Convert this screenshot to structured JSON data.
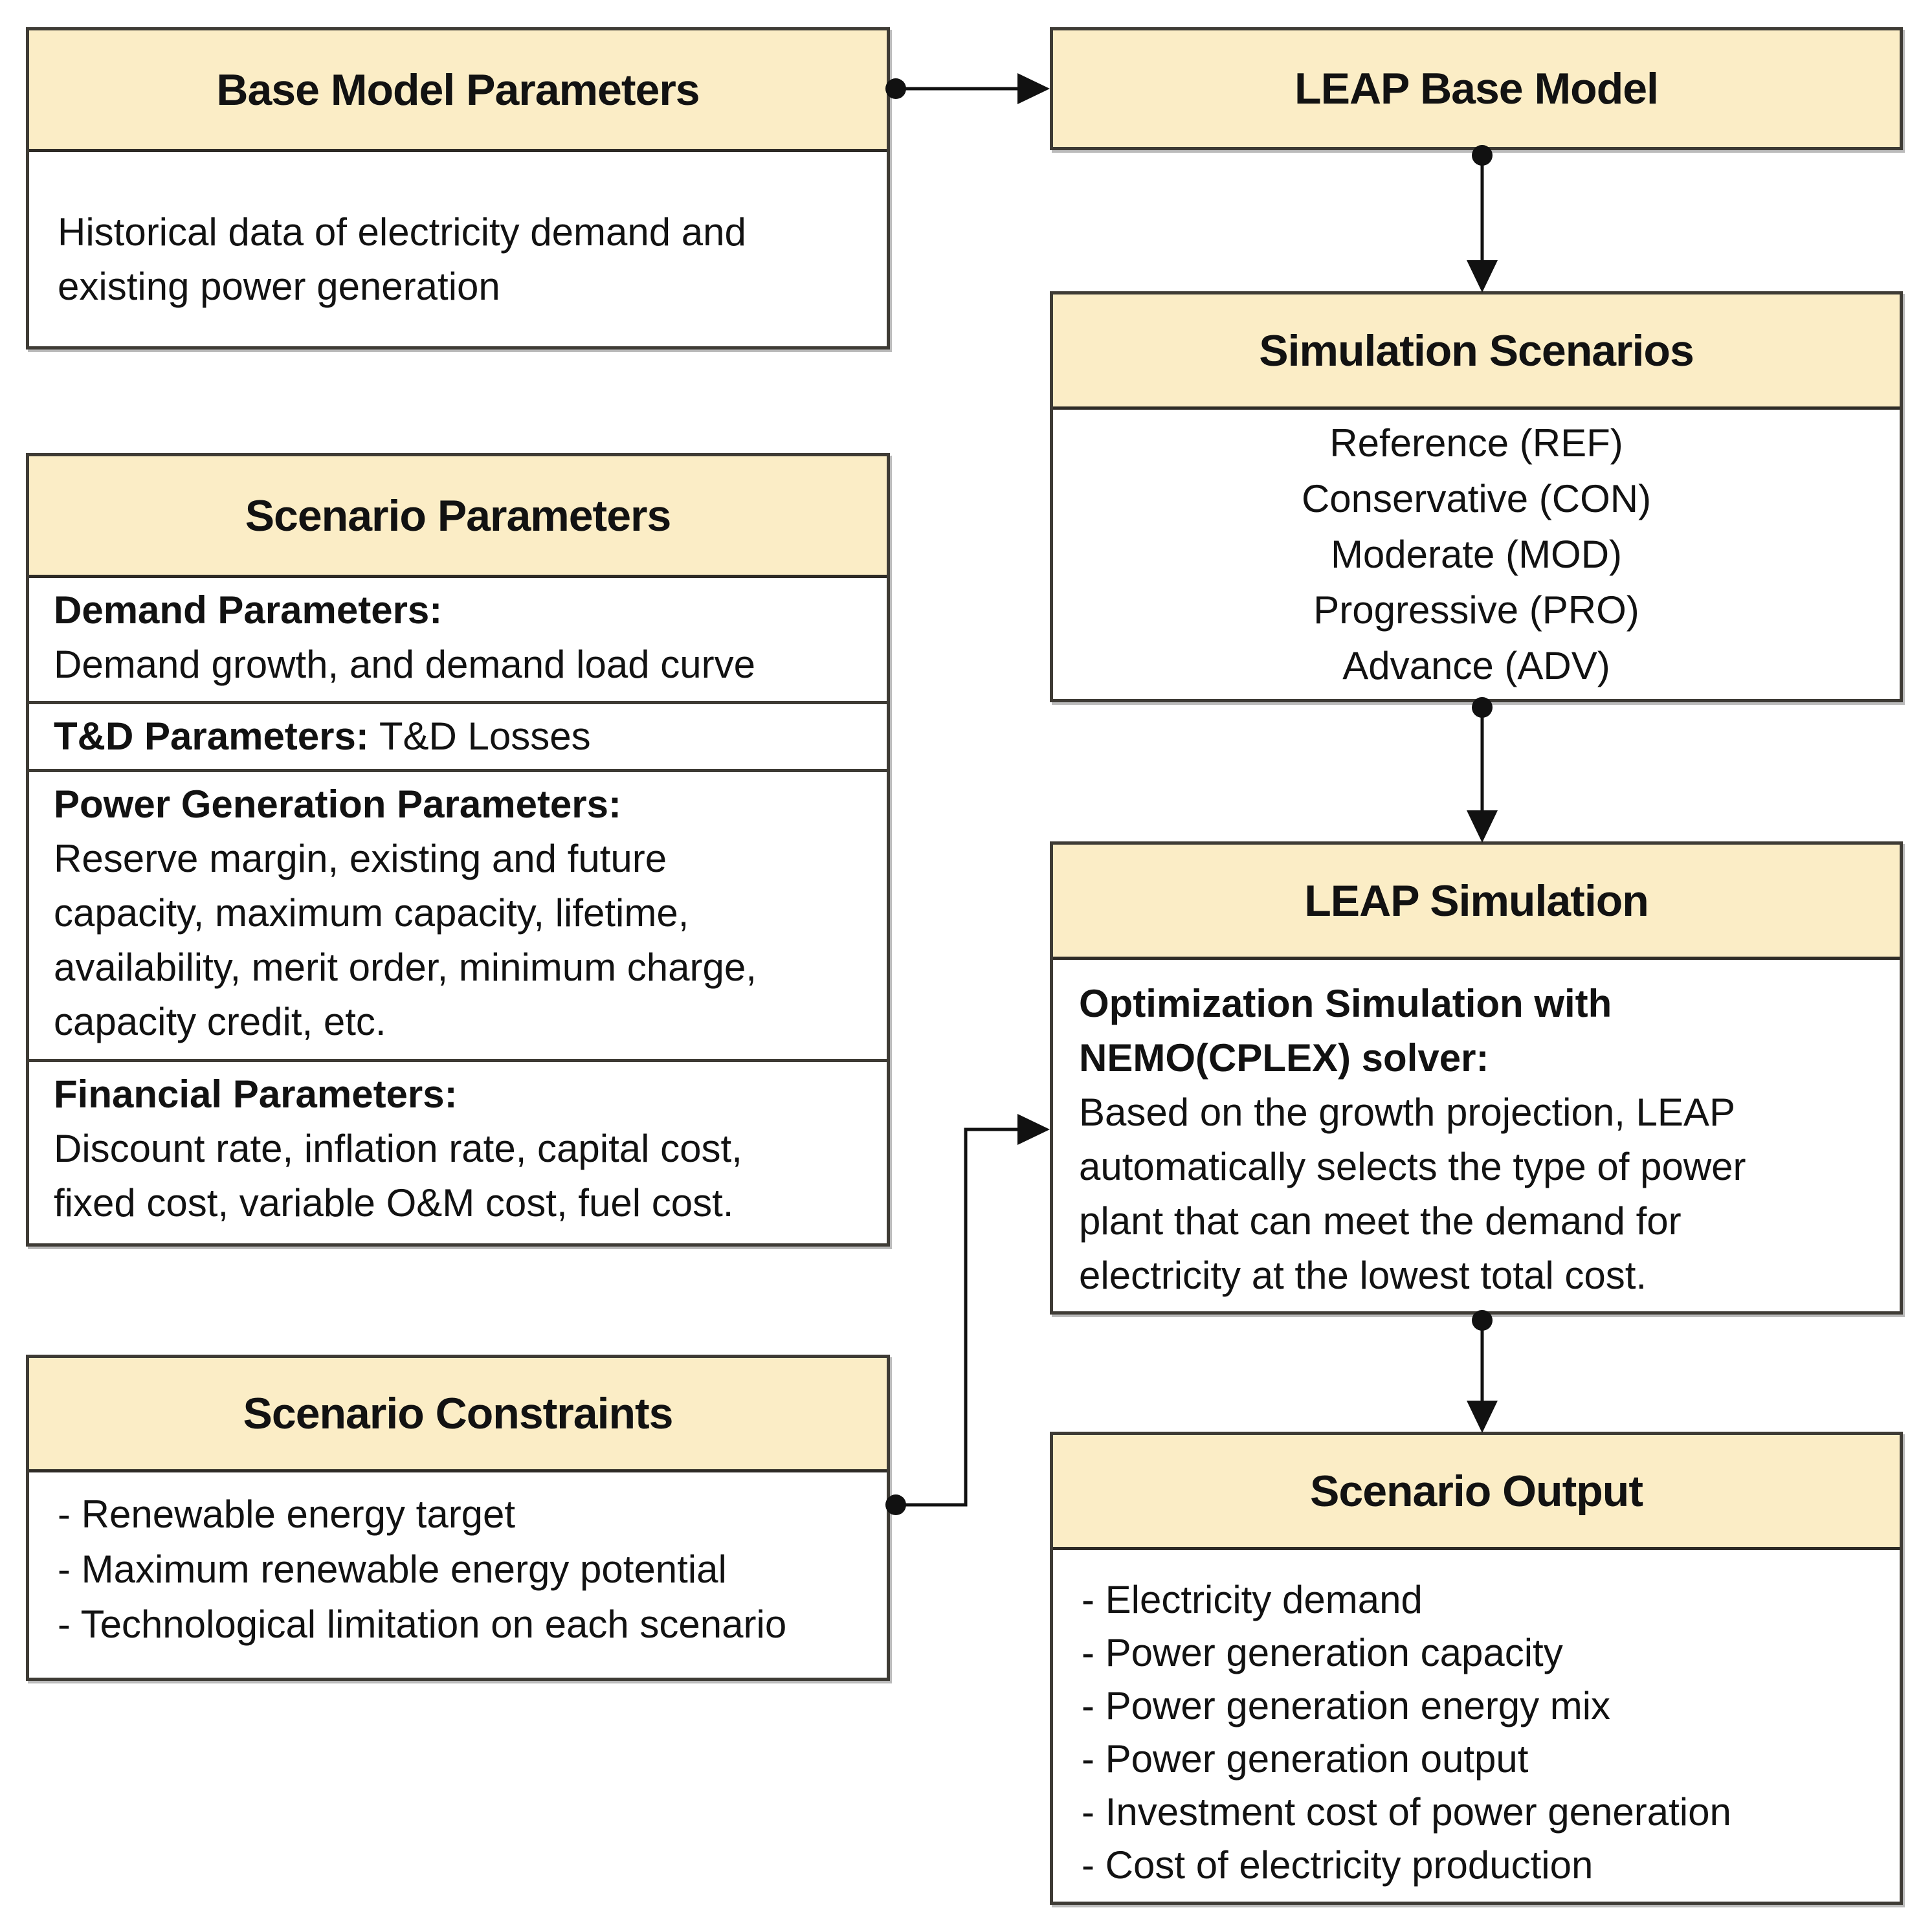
{
  "colors": {
    "header_fill": "#FBEDC6",
    "box_border": "#3E3B35",
    "text": "#121212",
    "connector": "#111111",
    "background": "#FFFFFF"
  },
  "boxes": {
    "base_model_parameters": {
      "title": "Base Model Parameters",
      "lines": [
        "Historical data of electricity demand and",
        "existing power generation"
      ]
    },
    "leap_base_model": {
      "title": "LEAP Base Model"
    },
    "simulation_scenarios": {
      "title": "Simulation Scenarios",
      "items": [
        "Reference (REF)",
        "Conservative (CON)",
        "Moderate (MOD)",
        "Progressive (PRO)",
        "Advance (ADV)"
      ]
    },
    "scenario_parameters": {
      "title": "Scenario Parameters",
      "sections": [
        {
          "label": "Demand Parameters:",
          "lines": [
            "Demand growth, and demand load curve"
          ]
        },
        {
          "label": "T&D Parameters:",
          "inline_text": "T&D Losses"
        },
        {
          "label": "Power Generation Parameters:",
          "lines": [
            "Reserve margin, existing and future",
            "capacity, maximum capacity, lifetime,",
            "availability, merit order, minimum charge,",
            "capacity credit, etc."
          ]
        },
        {
          "label": "Financial Parameters:",
          "lines": [
            "Discount rate, inflation rate, capital cost,",
            "fixed cost, variable O&M cost, fuel cost."
          ]
        }
      ]
    },
    "leap_simulation": {
      "title": "LEAP Simulation",
      "bold_lines": [
        "Optimization Simulation with",
        "NEMO(CPLEX) solver:"
      ],
      "lines": [
        "Based on the growth projection, LEAP",
        "automatically selects the type of power",
        "plant that can meet the demand for",
        "electricity at the lowest total cost."
      ]
    },
    "scenario_constraints": {
      "title": "Scenario Constraints",
      "items": [
        "- Renewable energy target",
        "- Maximum renewable energy potential",
        "- Technological limitation on each scenario"
      ]
    },
    "scenario_output": {
      "title": "Scenario Output",
      "items": [
        "- Electricity demand",
        "- Power generation capacity",
        "- Power generation energy mix",
        "- Power generation output",
        "- Investment cost of power generation",
        "- Cost of electricity production"
      ]
    }
  }
}
